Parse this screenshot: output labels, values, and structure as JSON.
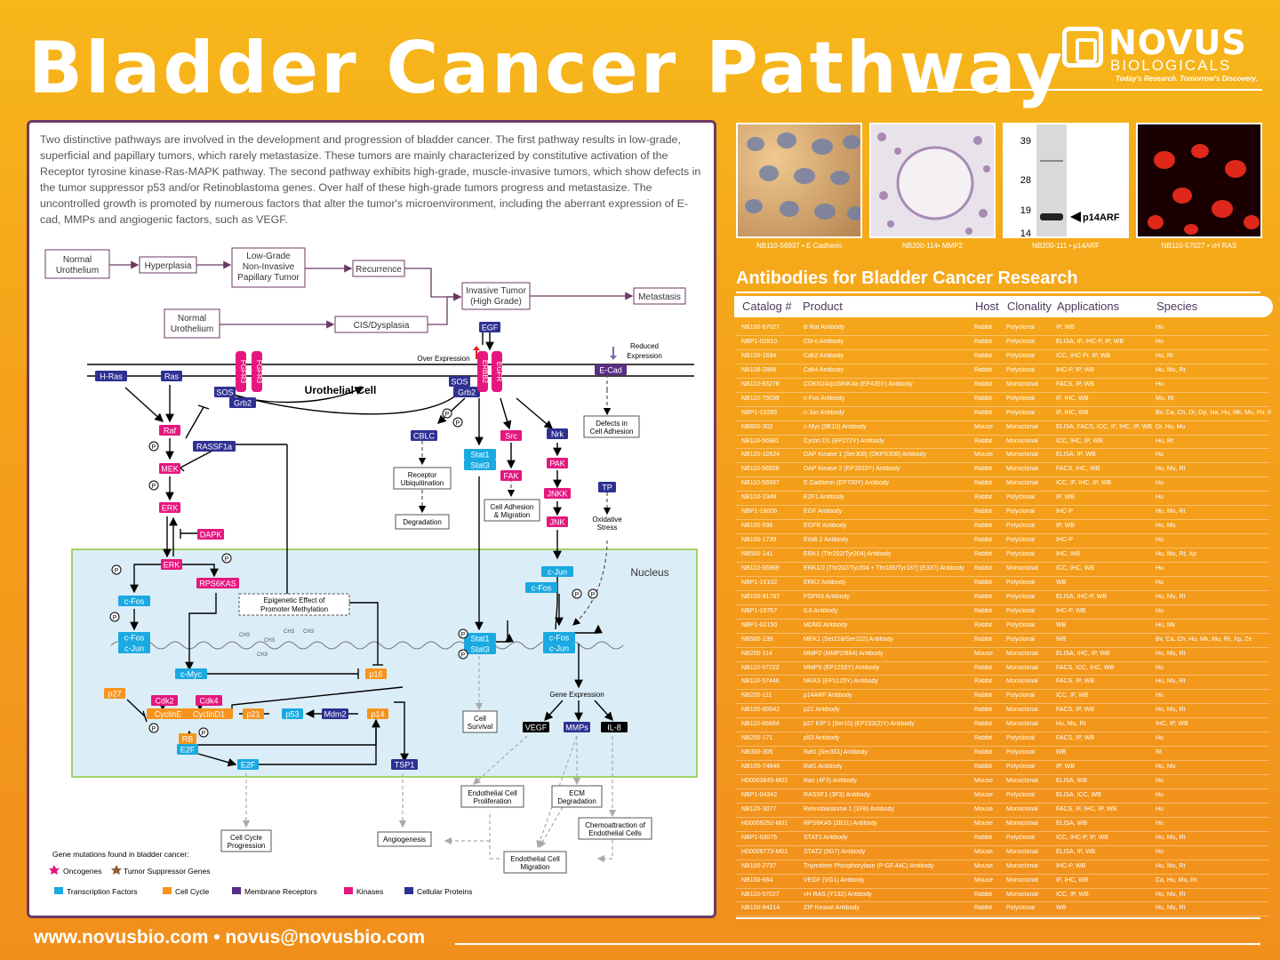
{
  "header": {
    "title": "Bladder Cancer Pathway",
    "logo_name": "NOVUS",
    "logo_sub": "BIOLOGICALS",
    "logo_tagline": "Today's Research. Tomorrow's Discovery."
  },
  "intro": "Two distinctive pathways are involved in the development and progression of bladder cancer.  The first pathway results in low-grade, superficial and papillary tumors, which rarely metastasize.  These tumors are mainly characterized by constitutive activation of the Receptor tyrosine kinase-Ras-MAPK pathway.  The second pathway exhibits high-grade, muscle-invasive tumors, which show defects in the tumor suppressor p53 and/or Retinoblastoma genes.  Over half of these high-grade tumors progress and metastasize.  The uncontrolled growth is promoted by numerous factors that alter the tumor's microenvironment, including the aberrant expression of E-cad, MMPs and angiogenic factors, such as VEGF.",
  "progression": {
    "normal_1": "Normal Urothelium",
    "hyperplasia": "Hyperplasia",
    "low_grade": "Low-Grade Non-Invasive Papillary Tumor",
    "recurrence": "Recurrence",
    "invasive": "Invasive Tumor (High Grade)",
    "metastasis": "Metastasis",
    "normal_2": "Normal Urothelium",
    "cis": "CIS/Dysplasia"
  },
  "labels": {
    "urothelial_cell": "Urothelial Cell",
    "nucleus": "Nucleus",
    "over_expression": "Over Expression",
    "reduced_expression": "Reduced Expression",
    "epigenetic": "Epigenetic Effect of Promoter Methylation",
    "gene_expression": "Gene Expression",
    "oxidative_stress": "Oxidative Stress",
    "receptor_ubiq": "Receptor Ubiquitination",
    "degradation": "Degradation",
    "cell_adhesion_migration": "Cell Adhesion & Migration",
    "defects_adhesion": "Defects in Cell Adhesion",
    "cell_survival": "Cell Survival",
    "cell_cycle_progression": "Cell Cycle Progression",
    "angiogenesis": "Angiogenesis",
    "endo_prolif": "Endothelial Cell Proliferation",
    "ecm_degradation": "ECM Degradation",
    "chemoattraction": "Chemoattraction of Endothelial Cells",
    "endo_migration": "Endothelial Cell Migration",
    "ch3": "CH3",
    "p": "P"
  },
  "nodes": {
    "hras": "H-Ras",
    "ras": "Ras",
    "sos": "SOS",
    "grb2": "Grb2",
    "fgfr3": "FGFR3",
    "egf": "EGF",
    "erbb2": "ERBB2",
    "egfr": "EGFR",
    "ecad": "E-Cad",
    "raf": "Raf",
    "mek": "MEK",
    "erk": "ERK",
    "rassf1a": "RASSF1a",
    "dapk": "DAPK",
    "cblc": "CBLC",
    "stat1": "Stat1",
    "stat3": "Stat3",
    "src": "Src",
    "fak": "FAK",
    "nrk": "Nrk",
    "pak": "PAK",
    "jnkk": "JNKK",
    "jnk": "JNK",
    "tp": "TP",
    "rps6kas": "RPS6KAS",
    "cfos": "c-Fos",
    "cjun": "c-Jun",
    "cmyc": "c-Myc",
    "p16": "p16",
    "p27": "p27",
    "cdk2": "Cdk2",
    "cdk4": "Cdk4",
    "cyclinE": "CyclinE",
    "cyclinD1": "CyclinD1",
    "p21": "p21",
    "p53": "p53",
    "mdm2": "Mdm2",
    "p14": "p14",
    "rb": "RB",
    "e2f": "E2F",
    "tsp1": "TSP1",
    "vegf": "VEGF",
    "mmps": "MMPs",
    "il8": "IL-8"
  },
  "legend": {
    "title": "Gene mutations found in bladder cancer:",
    "oncogenes": "Oncogenes",
    "tumor_suppressors": "Tumor Suppressor Genes",
    "items": [
      {
        "label": "Transcription Factors",
        "color": "#1ba9e1"
      },
      {
        "label": "Cell Cycle",
        "color": "#f7941d"
      },
      {
        "label": "Membrane Receptors",
        "color": "#5b2d86"
      },
      {
        "label": "Kinases",
        "color": "#e5177e"
      },
      {
        "label": "Cellular Proteins",
        "color": "#2e3192"
      }
    ]
  },
  "colors": {
    "kinase": "#e5177e",
    "protein": "#2e3192",
    "receptor": "#5b2d86",
    "transcription": "#1ba9e1",
    "cycle": "#f7941d",
    "outline": "#6b3a63",
    "nucleus": "#dbeef7"
  },
  "thumbnails": [
    {
      "caption": "NB110-56937 • E Cadherin",
      "icon": "cadherin-stain-image"
    },
    {
      "caption": "NB200-114• MMP2",
      "icon": "mmp2-stain-image"
    },
    {
      "caption": "NB200-111 • p14ARF",
      "icon": "western-blot-image"
    },
    {
      "caption": "NB110-57027 • vH RAS",
      "icon": "fluorescence-image"
    }
  ],
  "blot": {
    "markers": [
      "39",
      "28",
      "19",
      "14"
    ],
    "label": "p14ARF"
  },
  "antibodies": {
    "title": "Antibodies for Bladder Cancer Research",
    "columns": [
      "Catalog #",
      "Product",
      "Host",
      "Clonality",
      "Applications",
      "Species"
    ],
    "rows": [
      [
        "NB100-87027",
        "B Raf Antibody",
        "Rabbit",
        "Polyclonal",
        "IP, WB",
        "Hu"
      ],
      [
        "NBP1-02810",
        "Cbl-c Antibody",
        "Rabbit",
        "Polyclonal",
        "ELISA, IF, IHC-P, IP, WB",
        "Hu"
      ],
      [
        "NB100-1694",
        "Cdk2 Antibody",
        "Rabbit",
        "Polyclonal",
        "ICC, IHC-Fr, IP, WB",
        "Hu, Rt"
      ],
      [
        "NB106-2888",
        "Cdk4 Antibody",
        "Rabbit",
        "Polyclonal",
        "IHC-P, IP, WB",
        "Hu, Mu, Rt"
      ],
      [
        "NB110-93278",
        "CDKN2A/p16INK4a (EP435Y) Antibody",
        "Rabbit",
        "Monoclonal",
        "FACS, IP, WB",
        "Hu"
      ],
      [
        "NB110-75039",
        "c-Fos Antibody",
        "Rabbit",
        "Polyclonal",
        "IF, IHC, WB",
        "Mu, Rt"
      ],
      [
        "NBP1-19285",
        "c-Jun Antibody",
        "Rabbit",
        "Polyclonal",
        "IF, IHC, WB",
        "Bv, Ca, Ch, Dr, Gp, Ha, Hu, Mk, Mu, Pu, Rb, Rt, Sh, Xp"
      ],
      [
        "NB600-302",
        "c-Myc (9E10) Antibody",
        "Mouse",
        "Monoclonal",
        "ELISA, FACS, ICC, IF, IHC, IP, WB",
        "Dr, Hu, Mu"
      ],
      [
        "NB110-56981",
        "Cyclin D1 (EP272Y) Antibody",
        "Rabbit",
        "Monoclonal",
        "ICC, IHC, IP, WB",
        "Hu, Rt"
      ],
      [
        "NB120-10524",
        "DAP Kinase 1 [Ser308] (DKPS308) Antibody",
        "Mouse",
        "Monoclonal",
        "ELISA, IP, WB",
        "Hu"
      ],
      [
        "NB110-56926",
        "DAP Kinase 2 (EP1633Y) Antibody",
        "Rabbit",
        "Monoclonal",
        "FACS, IHC, WB",
        "Hu, Mu, Rt"
      ],
      [
        "NB110-56937",
        "E Cadherin (EP700Y) Antibody",
        "Rabbit",
        "Monoclonal",
        "ICC, IF, IHC, IP, WB",
        "Hu"
      ],
      [
        "NB100-2349",
        "E2F1 Antibody",
        "Rabbit",
        "Polyclonal",
        "IP, WB",
        "Hu"
      ],
      [
        "NBP1-19006",
        "EGF Antibody",
        "Rabbit",
        "Polyclonal",
        "IHC-P",
        "Hu, Mu, Rt"
      ],
      [
        "NB100-596",
        "EGFR Antibody",
        "Rabbit",
        "Polyclonal",
        "IP, WB",
        "Hu, Mu"
      ],
      [
        "NB100-1739",
        "ErbB 2 Antibody",
        "Rabbit",
        "Polyclonal",
        "IHC-P",
        "Hu"
      ],
      [
        "NB500-141",
        "ERK1 [Thr202/Tyr204] Antibody",
        "Rabbit",
        "Polyclonal",
        "IHC, WB",
        "Hu, Mu, Rt, Xp"
      ],
      [
        "NB110-56969",
        "ERK1/2 [Thr202/Tyr204 + Thr185/Tyr187] (E337) Antibody",
        "Rabbit",
        "Monoclonal",
        "ICC, IHC, WB",
        "Hu"
      ],
      [
        "NBP1-19102",
        "ERK2 Antibody",
        "Rabbit",
        "Polyclonal",
        "WB",
        "Hu"
      ],
      [
        "NB100-91767",
        "FGFR3 Antibody",
        "Rabbit",
        "Polyclonal",
        "ELISA, IHC-P, WB",
        "Hu, Mu, Rt"
      ],
      [
        "NBP1-19757",
        "IL8 Antibody",
        "Rabbit",
        "Polyclonal",
        "IHC-P, WB",
        "Hu"
      ],
      [
        "NBP1-02150",
        "MDM2 Antibody",
        "Rabbit",
        "Polyclonal",
        "WB",
        "Hu, Mk"
      ],
      [
        "NB500-139",
        "MEK1 [Ser218/Ser222] Antibody",
        "Rabbit",
        "Polyclonal",
        "WB",
        "Bv, Ca, Ch, Hu, Mk, Mu, Rt, Xp, Ze"
      ],
      [
        "NB200-114",
        "MMP2 (MMP2/884) Antibody",
        "Mouse",
        "Monoclonal",
        "ELISA, IHC, IP, WB",
        "Hu, Mu, Rt"
      ],
      [
        "NB110-57222",
        "MMP9 (EP1255Y) Antibody",
        "Rabbit",
        "Monoclonal",
        "FACS, ICC, IHC, WB",
        "Hu"
      ],
      [
        "NB110-57446",
        "NRAS (EP1125Y) Antibody",
        "Rabbit",
        "Monoclonal",
        "FACS, IP, WB",
        "Hu, Mu, Rt"
      ],
      [
        "NB200-111",
        "p14ARF Antibody",
        "Rabbit",
        "Polyclonal",
        "ICC, IF, WB",
        "Hu"
      ],
      [
        "NB100-80042",
        "p21 Antibody",
        "Rabbit",
        "Monoclonal",
        "FACS, IP, WB",
        "Hu, Mu, Rt"
      ],
      [
        "NB110-66664",
        "p27 KIP 1 [Ser10] (EP233(2)Y) Antibody",
        "Rabbit",
        "Monoclonal",
        "Hu, Mu, Rt",
        "IHC, IP, WB"
      ],
      [
        "NB200-171",
        "p53 Antibody",
        "Rabbit",
        "Polyclonal",
        "FACS, IP, WB",
        "Hu"
      ],
      [
        "NB300-305",
        "Raf1 [Ser301] Antibody",
        "Rabbit",
        "Polyclonal",
        "WB",
        "Rt"
      ],
      [
        "NB100-74646",
        "Raf1 Antibody",
        "Rabbit",
        "Polyclonal",
        "IP, WB",
        "Hu, Mu"
      ],
      [
        "H00003845-M02",
        "Ras (4F3) Antibody",
        "Mouse",
        "Monoclonal",
        "ELISA, WB",
        "Hu"
      ],
      [
        "NBP1-04342",
        "RASSF1 (3F3) Antibody",
        "Mouse",
        "Polyclonal",
        "ELISA, ICC, WB",
        "Hu"
      ],
      [
        "NB120-3077",
        "Retinoblastoma 1 (1F8) Antibody",
        "Mouse",
        "Monoclonal",
        "FACS, IF, IHC, IP, WB",
        "Hu"
      ],
      [
        "H00009252-M01",
        "RPS6KA5 (2B11) Antibody",
        "Mouse",
        "Monoclonal",
        "ELISA, WB",
        "Hu"
      ],
      [
        "NBP1-03075",
        "STAT1 Antibody",
        "Rabbit",
        "Polyclonal",
        "ICC, IHC-P, IP, WB",
        "Hu, Mu, Rt"
      ],
      [
        "H00006773-M01",
        "STAT2 (5G7) Antibody",
        "Mouse",
        "Monoclonal",
        "ELISA, IF, WB",
        "Hu"
      ],
      [
        "NB100-2737",
        "Thymidine Phosphorylase (P-GF.44C) Antibody",
        "Mouse",
        "Monoclonal",
        "IHC-P, WB",
        "Hu, Mu, Rt"
      ],
      [
        "NB100-664",
        "VEGF (VG1) Antibody",
        "Mouse",
        "Monoclonal",
        "IF, IHC, WB",
        "Ca, Hu, Mu, Rt"
      ],
      [
        "NB110-57027",
        "vH RAS (Y132) Antibody",
        "Rabbit",
        "Monoclonal",
        "ICC, IP, WB",
        "Hu, Mu, Rt"
      ],
      [
        "NB100-94214",
        "ZIP Kinase Antibody",
        "Rabbit",
        "Polyclonal",
        "WB",
        "Hu, Mu, Rt"
      ]
    ]
  },
  "footer": "www.novusbio.com • novus@novusbio.com"
}
